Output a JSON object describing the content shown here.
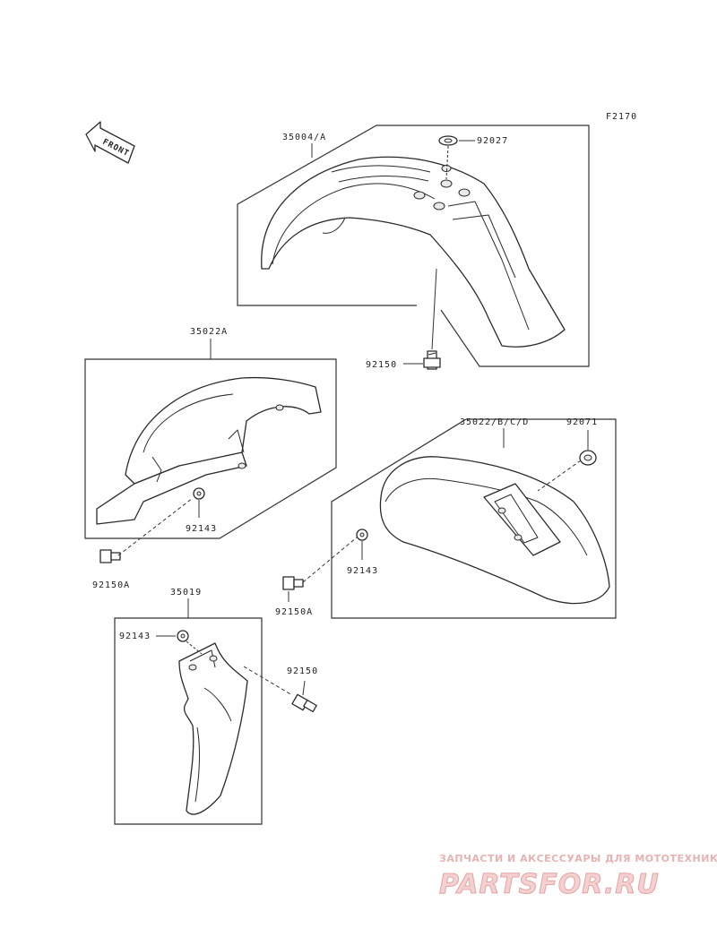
{
  "diagram_code": "F2170",
  "direction_label": "FRONT",
  "parts": {
    "front_fender": "35004/A",
    "front_fender_plate": "92027",
    "front_fender_bolt": "92150",
    "rear_guard_a": "35022A",
    "rear_guard_a_washer": "92143",
    "rear_guard_a_bolt": "92150A",
    "rear_fender": "35022/B/C/D",
    "rear_fender_nut": "92071",
    "rear_fender_washer": "92143",
    "rear_fender_bolt": "92150A",
    "mud_flap": "35019",
    "mud_flap_washer": "92143",
    "mud_flap_bolt": "92150"
  },
  "watermark": {
    "tagline": "ЗАПЧАСТИ И АКСЕССУАРЫ ДЛЯ МОТОТЕХНИКИ",
    "brand": "PARTSFOR.RU"
  },
  "colors": {
    "line": "#2a2a2a",
    "watermark": "#e4a4a4"
  }
}
